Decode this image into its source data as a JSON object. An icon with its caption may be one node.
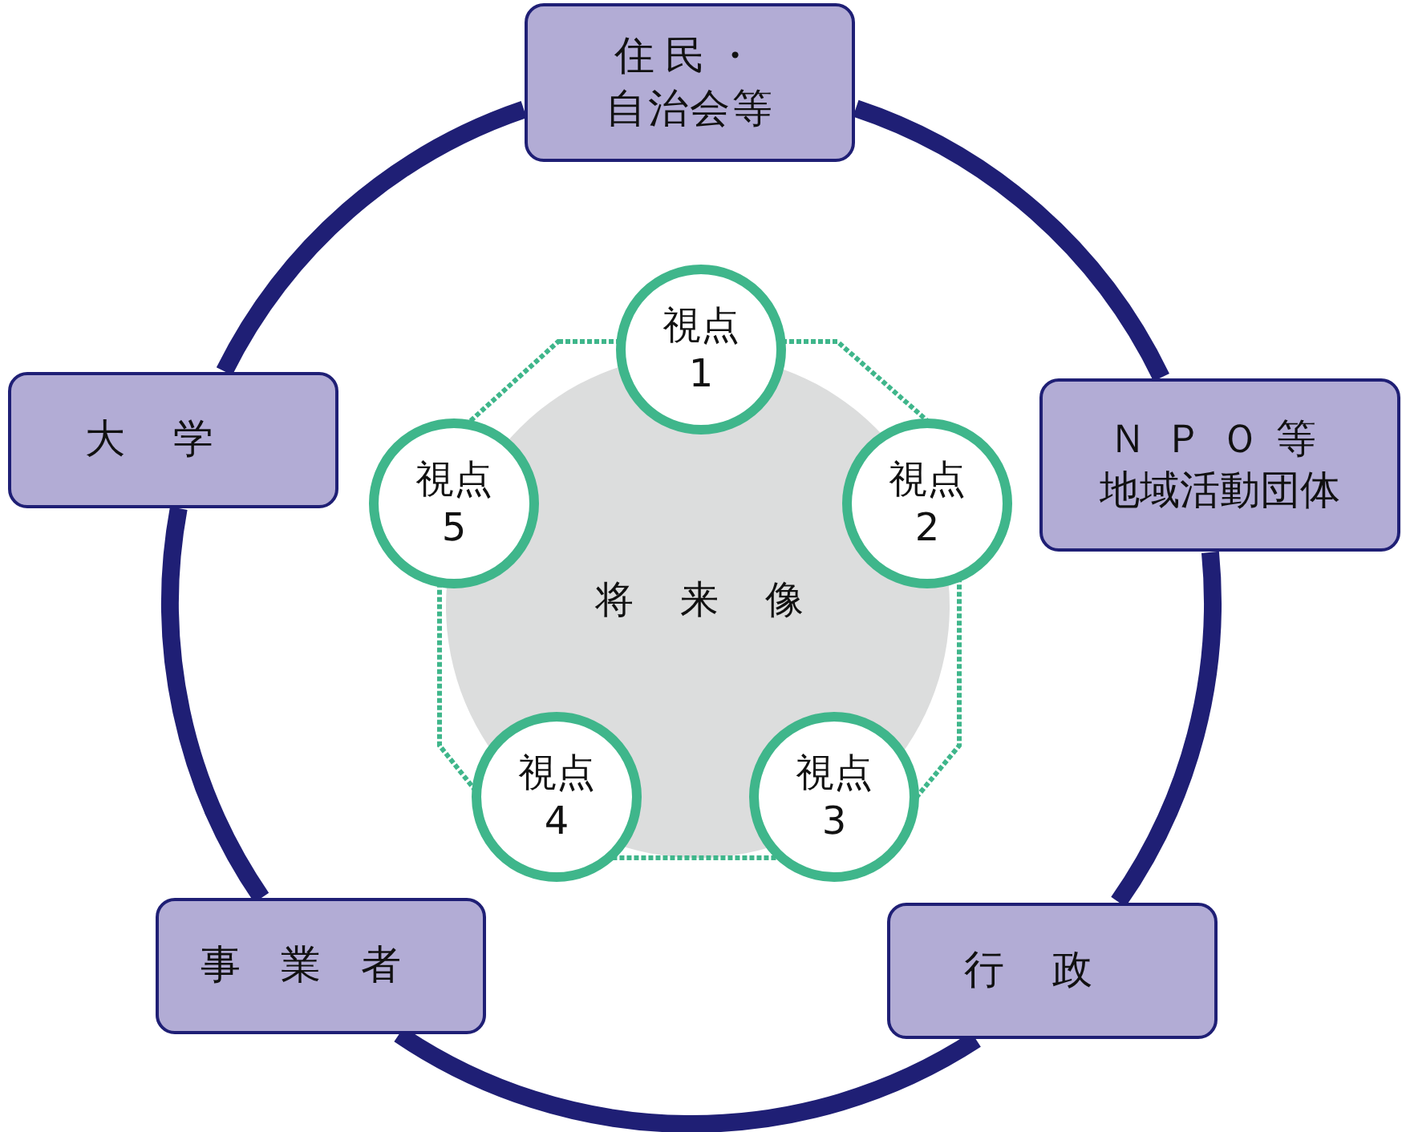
{
  "diagram": {
    "nodes": [
      {
        "text": [
          "住民・自治会等"
        ]
      },
      {
        "text": [
          "大学"
        ]
      },
      {
        "text": [
          "ＮＰＯ等地域活動団体"
        ]
      },
      {
        "text": [
          "将来像"
        ]
      },
      {
        "text": [
          "視点1"
        ]
      },
      {
        "text": [
          "視点2"
        ]
      },
      {
        "text": [
          "視点3"
        ]
      },
      {
        "text": [
          "視点4"
        ]
      },
      {
        "text": [
          "視点5"
        ]
      },
      {
        "text": [
          "事業者"
        ]
      },
      {
        "text": [
          "行政"
        ]
      }
    ],
    "edges": [
      {
        "from": 0,
        "to": 2,
        "arrow": "none"
      },
      {
        "from": 2,
        "to": 10,
        "arrow": "none"
      },
      {
        "from": 10,
        "to": 9,
        "arrow": "none"
      },
      {
        "from": 9,
        "to": 1,
        "arrow": "none"
      },
      {
        "from": 1,
        "to": 0,
        "arrow": "none"
      }
    ]
  }
}
